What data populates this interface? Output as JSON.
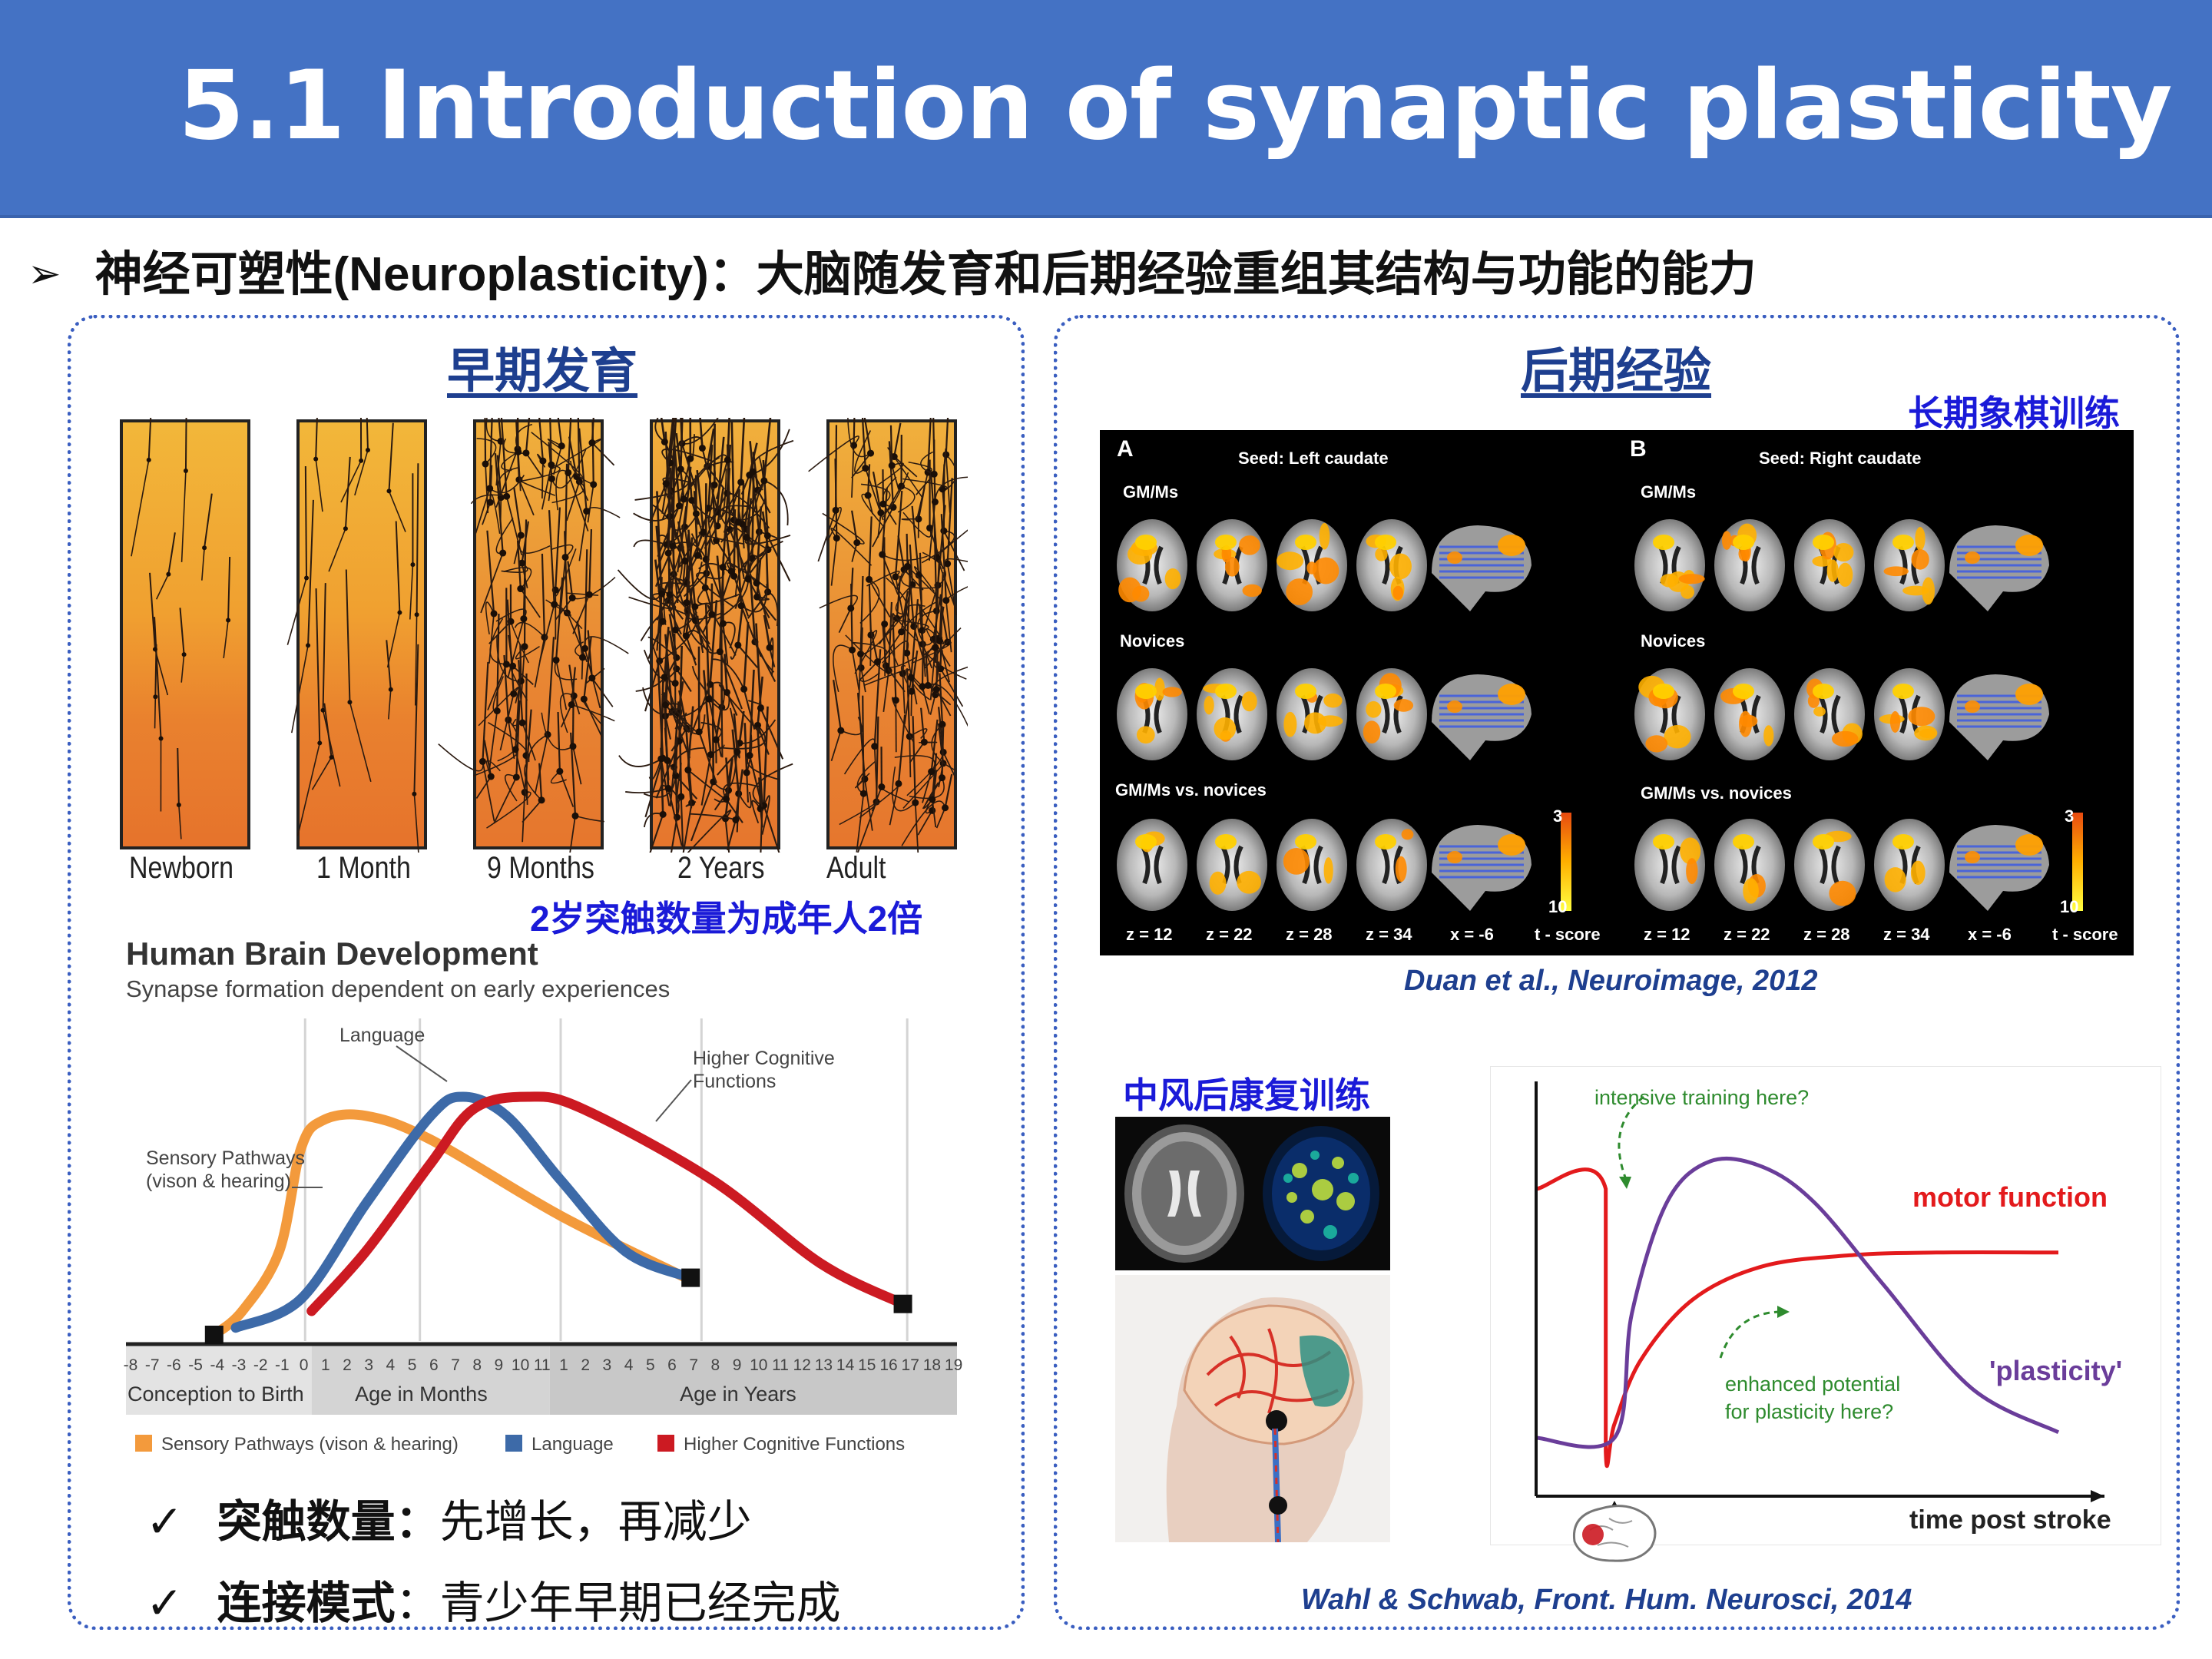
{
  "slide": {
    "title": "5.1 Introduction of synaptic plasticity",
    "bullet_marker": "➢",
    "bullet_text": "神经可塑性(Neuroplasticity)：大脑随发育和后期经验重组其结构与功能的能力"
  },
  "left_panel": {
    "title": "早期发育",
    "stages": [
      "Newborn",
      "1 Month",
      "9 Months",
      "2 Years",
      "Adult"
    ],
    "synapse_note": "2岁突触数量为成年人2倍",
    "check_marker": "✓",
    "checks": [
      {
        "bold": "突触数量：",
        "text": "先增长，再减少"
      },
      {
        "bold": "连接模式",
        "text": "：青少年早期已经完成"
      }
    ]
  },
  "chart_data": {
    "type": "line",
    "title": "Human Brain Development",
    "subtitle": "Synapse formation dependent on early experiences",
    "x_sections": [
      "Conception to Birth",
      "Age in Months",
      "Age in Years"
    ],
    "x_ticks": {
      "conception": [
        "-8",
        "-7",
        "-6",
        "-5",
        "-4",
        "-3",
        "-2",
        "-1",
        "0"
      ],
      "months": [
        "1",
        "2",
        "3",
        "4",
        "5",
        "6",
        "7",
        "8",
        "9",
        "10",
        "11"
      ],
      "years": [
        "1",
        "2",
        "3",
        "4",
        "5",
        "6",
        "7",
        "8",
        "9",
        "10",
        "11",
        "12",
        "13",
        "14",
        "15",
        "16",
        "17",
        "18",
        "19"
      ]
    },
    "x_index": "sequential tick index: -8..-1,0 = 0..8; months 1..11 = 9..19; years 1..19 = 20..38",
    "series": [
      {
        "name": "Sensory Pathways (vison & hearing)",
        "color": "#f39a3c",
        "points": [
          [
            4,
            0
          ],
          [
            5.3,
            0.1
          ],
          [
            7,
            0.35
          ],
          [
            8,
            0.78
          ],
          [
            9,
            0.9
          ],
          [
            11,
            0.92
          ],
          [
            14,
            0.82
          ],
          [
            20,
            0.5
          ],
          [
            26,
            0.23
          ]
        ]
      },
      {
        "name": "Language",
        "color": "#3d6aa8",
        "points": [
          [
            5,
            0.03
          ],
          [
            8,
            0.15
          ],
          [
            11,
            0.55
          ],
          [
            14,
            0.92
          ],
          [
            15.5,
            1.0
          ],
          [
            17.5,
            0.92
          ],
          [
            20,
            0.65
          ],
          [
            23,
            0.35
          ],
          [
            26,
            0.24
          ]
        ]
      },
      {
        "name": "Higher Cognitive Functions",
        "color": "#cc1a22",
        "points": [
          [
            8.5,
            0.1
          ],
          [
            11,
            0.35
          ],
          [
            14,
            0.72
          ],
          [
            16,
            0.95
          ],
          [
            18.5,
            1.0
          ],
          [
            21,
            0.95
          ],
          [
            27,
            0.65
          ],
          [
            32,
            0.3
          ],
          [
            35.8,
            0.13
          ]
        ]
      }
    ],
    "annotations": [
      "Language",
      "Higher Cognitive\nFunctions",
      "Sensory Pathways\n(vison & hearing)"
    ],
    "legend": [
      "Sensory Pathways (vison & hearing)",
      "Language",
      "Higher Cognitive Functions"
    ],
    "legend_placement": "bottom",
    "grid": false
  },
  "right_panel": {
    "title": "后期经验",
    "chess_label": "长期象棋训练",
    "fmri": {
      "panel_a": "A",
      "panel_b": "B",
      "seed_a": "Seed: Left caudate",
      "seed_b": "Seed: Right caudate",
      "rows": [
        "GM/Ms",
        "Novices",
        "GM/Ms vs. novices"
      ],
      "scale_top": "3",
      "scale_bottom": "10",
      "slices": [
        "z = 12",
        "z = 22",
        "z = 28",
        "z = 34",
        "x = -6",
        "t - score"
      ]
    },
    "citation_1": "Duan et al., Neuroimage, 2012",
    "stroke_label": "中风后康复训练",
    "stroke_chart": {
      "type": "line",
      "annotations": [
        "intensive training here?",
        "enhanced potential\nfor plasticity here?"
      ],
      "series_labels": [
        "motor function",
        "'plasticity'"
      ],
      "xlabel": "time post stroke",
      "series": [
        {
          "name": "motor function",
          "color": "#e31a1c",
          "points": [
            [
              0,
              1.0
            ],
            [
              0.8,
              1.0
            ],
            [
              0.8,
              0.05
            ],
            [
              0.9,
              0.15
            ],
            [
              1.2,
              0.38
            ],
            [
              1.8,
              0.6
            ],
            [
              2.6,
              0.72
            ],
            [
              3.6,
              0.76
            ],
            [
              4.6,
              0.77
            ],
            [
              6.0,
              0.77
            ]
          ]
        },
        {
          "name": "'plasticity'",
          "color": "#6a3d9a",
          "points": [
            [
              0,
              0.1
            ],
            [
              0.9,
              0.1
            ],
            [
              1.1,
              0.55
            ],
            [
              1.5,
              0.95
            ],
            [
              2.0,
              1.1
            ],
            [
              2.6,
              1.08
            ],
            [
              3.2,
              0.95
            ],
            [
              4.0,
              0.65
            ],
            [
              5.0,
              0.28
            ],
            [
              6.0,
              0.12
            ]
          ]
        }
      ]
    },
    "citation_2": "Wahl & Schwab, Front. Hum. Neurosci, 2014"
  }
}
